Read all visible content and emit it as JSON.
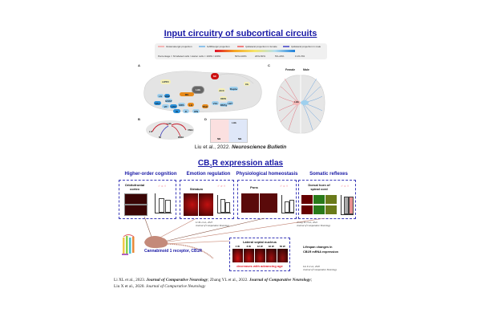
{
  "section1": {
    "title": "Input circuitry of subcortical circuits",
    "legend": {
      "items": [
        {
          "label": "Glutamatergic projection",
          "color": "#f4b6b6"
        },
        {
          "label": "GABAergic projection",
          "color": "#8ec3ea"
        },
        {
          "label": "Ipsilateral projection in female",
          "color": "#f08080"
        },
        {
          "label": "Ipsilateral projection in male",
          "color": "#6b6bd0"
        }
      ],
      "percentage_label": "Percentage = NI labeled cells / starter cells × 100% / 100%",
      "ranges": [
        "50%-100%",
        "20%-50%",
        "5%-20%",
        "0.1%-5%"
      ]
    },
    "panel_labels": [
      "A",
      "B",
      "C",
      "D"
    ],
    "brain_regions_a": [
      "LHb",
      "mPFC",
      "LS",
      "NAc",
      "BNST",
      "LPO",
      "MPA",
      "VP",
      "SI",
      "LH",
      "ZI",
      "PAG",
      "VTA",
      "DRN",
      "RMTg",
      "IPN",
      "SC",
      "LDT",
      "Raphe",
      "Cb",
      "ACC",
      "MS",
      "VDB"
    ],
    "panel_c_headers": [
      "Female",
      "Male"
    ],
    "panel_c_center": "LHb",
    "panel_b_nodes": [
      "LHb",
      "LS",
      "NI",
      "VMH",
      "DMH"
    ],
    "panel_d_nodes": [
      "LHb",
      "NB",
      "NB"
    ],
    "citation_author": "Liu et al., 2022.",
    "citation_journal": "Neuroscience Bulletin"
  },
  "section2": {
    "title_prefix": "CB",
    "title_sub": "1",
    "title_suffix": "R expression atlas",
    "categories": [
      {
        "heading": "Higher-order cognition",
        "region": "Orbitofrontal cortex",
        "sex": "♂ = ♀"
      },
      {
        "heading": "Emotion regulation",
        "region": "Striatum",
        "sex": "♂ > ♀"
      },
      {
        "heading": "Physiological homeostasis",
        "region": "Pons",
        "sex": "♂ = ♀"
      },
      {
        "heading": "Somatic reflexes",
        "region": "Dorsal horn of spinal cord",
        "sex": "♂ = ♀"
      }
    ],
    "cite_emotion": [
      "Li XL et al., 2023",
      "Journal of Comparative Neurology"
    ],
    "cite_somatic": [
      "Zhang YL et al., 2022",
      "Journal of Comparative Neurology"
    ],
    "lateral_septal": {
      "title": "Lateral septal nucleus",
      "ages": [
        "4 W",
        "8 W",
        "12 W",
        "32 W",
        "56 W"
      ],
      "caption": "decreases with advancing age"
    },
    "lifespan_label_1": "Lifespan changes in",
    "lifespan_label_2": "CB1R mRNA expression",
    "cite_lifespan": [
      "Liu X et al., 2020",
      "Journal of Comparative Neurology"
    ],
    "receptor_label": "Cannabinoid 1 receptor, CB1R"
  },
  "footer": {
    "line1_a": "Li XL et al., 2023. ",
    "line1_b": "Journal of Comparative Neurology",
    "line1_c": "; Zhang YL et al., 2022. ",
    "line1_d": "Journal of Comparative Neurology",
    "line1_e": ";",
    "line2_a": "Liu X et al., 2020. ",
    "line2_b": "Journal of Comparative Neurology"
  }
}
